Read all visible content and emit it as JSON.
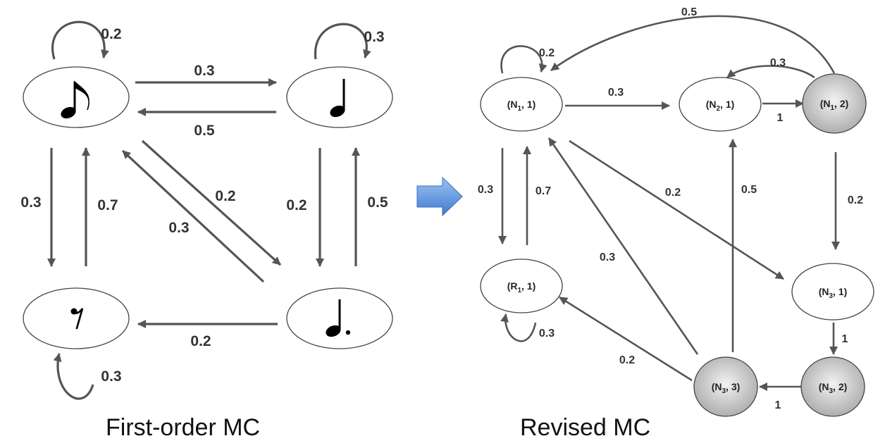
{
  "left": {
    "caption": "First-order MC",
    "nodes": {
      "eighth": "eighth-note",
      "quarter": "quarter-note",
      "rest": "eighth-rest",
      "dotted": "dotted-quarter-note"
    },
    "edges": {
      "eighth_self": "0.2",
      "quarter_self": "0.3",
      "rest_self": "0.3",
      "eighth_to_quarter": "0.3",
      "quarter_to_eighth": "0.5",
      "eighth_to_rest": "0.3",
      "rest_to_eighth": "0.7",
      "eighth_to_dotted": "0.2",
      "dotted_to_eighth": "0.3",
      "quarter_to_dotted": "0.2",
      "dotted_to_quarter": "0.5",
      "dotted_to_rest": "0.2"
    }
  },
  "right": {
    "caption": "Revised MC",
    "nodes": {
      "n1_1": {
        "base": "(N",
        "sub": "1",
        "tail": ", 1)"
      },
      "n2_1": {
        "base": "(N",
        "sub": "2",
        "tail": ", 1)"
      },
      "n1_2": {
        "base": "(N",
        "sub": "1",
        "tail": ", 2)"
      },
      "r1_1": {
        "base": "(R",
        "sub": "1",
        "tail": ", 1)"
      },
      "n3_1": {
        "base": "(N",
        "sub": "3",
        "tail": ", 1)"
      },
      "n3_2": {
        "base": "(N",
        "sub": "3",
        "tail": ", 2)"
      },
      "n3_3": {
        "base": "(N",
        "sub": "3",
        "tail": ", 3)"
      }
    },
    "edges": {
      "n1_1_self": "0.2",
      "r1_1_self": "0.3",
      "n1_1_to_n2_1": "0.3",
      "n2_1_to_n1_2": "1",
      "n1_2_to_n2_1": "0.3",
      "n1_2_to_n1_1": "0.5",
      "n1_1_to_r1_1": "0.3",
      "r1_1_to_n1_1": "0.7",
      "n1_1_to_n3_1": "0.2",
      "n3_3_to_n1_1": "0.3",
      "n3_3_to_n2_1": "0.5",
      "n1_2_to_n3_1": "0.2",
      "n3_1_to_n3_2": "1",
      "n3_2_to_n3_3": "1",
      "n3_3_to_r1_1": "0.2"
    }
  },
  "colors": {
    "edge": "#555555",
    "node_fill": "#ffffff",
    "node_stroke": "#444444",
    "shaded_start": "#f2f2f2",
    "shaded_end": "#a8a8a8",
    "transform_arrow": "#4a86d8"
  }
}
